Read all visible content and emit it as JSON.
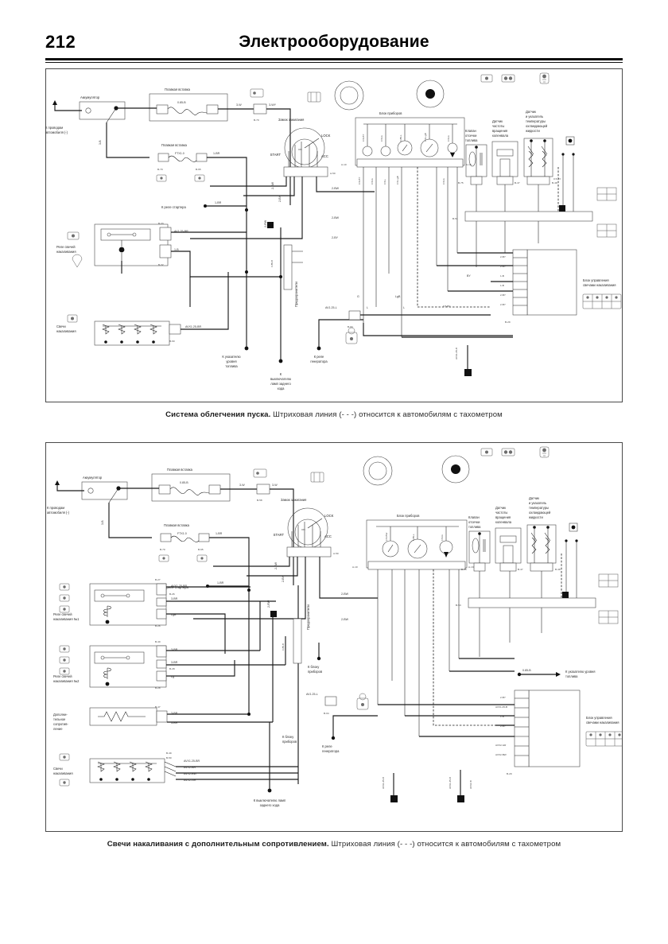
{
  "header": {
    "page_number": "212",
    "title": "Электрооборудование"
  },
  "figures": [
    {
      "id": "fig-start-assist",
      "caption_bold": "Система облегчения пуска.",
      "caption_rest": "Штриховая линия (- - -) относится к автомобилям с тахометром",
      "labels": {
        "battery": "Аккумулятор",
        "fusible_link_1": "Плавкая вставка",
        "fusible_link_2": "Плавкая вставка",
        "to_vehicle_wires": "К проводам автомобиля (-)",
        "to_starter_relay": "К реле стартера",
        "ignition_lock": "Замок зажигания",
        "instrument_cluster": "Блок приборов",
        "glow_plug_relay": "Реле свечей накаливания",
        "glow_plugs": "Свечи накаливания",
        "fuel_cutoff_valve": "Клапан отсечки топлива",
        "crank_speed_sensor": "Датчик частоты вращения коленвала",
        "coolant_temp_sensor": "Датчик и указатель температуры охлаждающей жидкости",
        "to_fuel_level_gauge": "К указателю уровня топлива",
        "to_reverse_lamp_switch": "К выключателю ламп заднего хода",
        "to_generator_relay": "К реле генератора",
        "glow_control_unit": "Блок управления свечами накаливания",
        "fuse_box": "Предохранители"
      },
      "switch_positions": [
        "START",
        "LOCK",
        "ACC",
        "ON"
      ],
      "fuse_values": [
        "0.85-B",
        "FTX1.0"
      ],
      "wire_codes": [
        "3-W",
        "3-WY",
        "3-BW",
        "1-BR",
        "2-BY",
        "2-BW",
        "2-RW",
        "AV1.25-BR",
        "AVX1.25-BR",
        "AVX1.25-BW",
        "AV1.25-L",
        "0.5-BY",
        "0.5-G",
        "0.85-L",
        "0.5-LgB",
        "1.25-RL",
        "B-70",
        "B-65",
        "B-58",
        "B-33",
        "B-32",
        "B-60",
        "B-29",
        "B-51",
        "A-10",
        "A-13",
        "A-50",
        "B-47",
        "B-48"
      ]
    },
    {
      "id": "fig-glow-plug-resistor",
      "caption_bold": "Свечи накаливания с дополнительным сопротивлением.",
      "caption_rest": "Штриховая линия (- - -) относится к автомобилям с тахометром",
      "labels": {
        "battery": "Аккумулятор",
        "fusible_link_1": "Плавкая вставка",
        "fusible_link_2": "Плавкая вставка",
        "to_vehicle_wires": "К проводам автомобиля (-)",
        "to_starter_relay": "К реле стартера",
        "ignition_lock": "Замок зажигания",
        "instrument_cluster": "Блок приборов",
        "glow_plug_relay_1": "Реле свечей накаливания №1",
        "glow_plug_relay_2": "Реле свечей накаливания №2",
        "additional_resistor": "Дополнительное сопротивление",
        "glow_plugs": "Свечи накаливания",
        "fuel_cutoff_valve": "Клапан отсечки топлива",
        "crank_speed_sensor": "Датчик частоты вращения коленвала",
        "coolant_temp_sensor": "Датчик и указатель температуры охлаждающей жидкости",
        "to_fuel_level_gauge": "К указателю уровня топлива",
        "to_reverse_lamp_switch": "К выключателю ламп заднего хода",
        "to_generator_relay": "К реле генератора",
        "to_instrument_cluster": "К блоку приборов",
        "glow_control_unit": "Блок управления свечами накаливания",
        "fuse_box": "Предохранители"
      },
      "switch_positions": [
        "START",
        "LOCK",
        "ACC",
        "ON"
      ],
      "fuse_values": [
        "0.85-B",
        "FTX1.0"
      ],
      "wire_codes": [
        "3-W",
        "3-WY",
        "3-BW",
        "1-BR",
        "2-BY",
        "2-BW",
        "2-RW",
        "AVX1.25-BR",
        "AVX2-BR",
        "AVX2-BW",
        "AVX2-GR",
        "0.85-L",
        "0.5-BW",
        "0.5-G",
        "1.25-RL",
        "0.85-B",
        "B-70",
        "B-65",
        "B-58",
        "B-27",
        "B-26",
        "B-40",
        "B-28",
        "B-47",
        "B-49",
        "B-50",
        "B-29",
        "B-53",
        "A-10",
        "A-13",
        "A-50"
      ]
    }
  ],
  "colors": {
    "ink": "#1b1b1b",
    "rule": "#111111",
    "frame": "#4a4a4a",
    "caption": "#1a1a1a"
  }
}
